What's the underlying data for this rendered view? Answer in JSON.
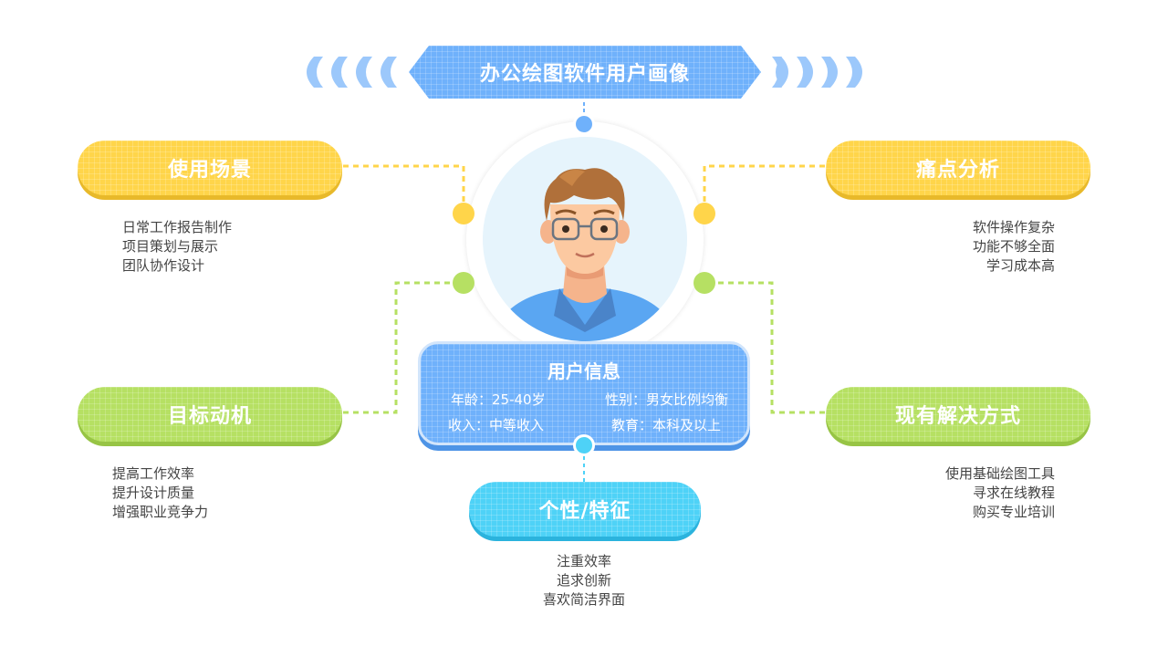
{
  "title": "办公绘图软件用户画像",
  "user_info": {
    "title": "用户信息",
    "age": "年龄：25-40岁",
    "gender": "性别：男女比例均衡",
    "income": "收入：中等收入",
    "education": "教育：本科及以上"
  },
  "sections": {
    "scenario": {
      "title": "使用场景",
      "items": [
        "日常工作报告制作",
        "项目策划与展示",
        "团队协作设计"
      ]
    },
    "pain_points": {
      "title": "痛点分析",
      "items": [
        "软件操作复杂",
        "功能不够全面",
        "学习成本高"
      ]
    },
    "motivation": {
      "title": "目标动机",
      "items": [
        "提高工作效率",
        "提升设计质量",
        "增强职业竞争力"
      ]
    },
    "solutions": {
      "title": "现有解决方式",
      "items": [
        "使用基础绘图工具",
        "寻求在线教程",
        "购买专业培训"
      ]
    },
    "traits": {
      "title": "个性/特征",
      "items": [
        "注重效率",
        "追求创新",
        "喜欢简洁界面"
      ]
    }
  },
  "colors": {
    "blue": "#6fb1fb",
    "yellow": "#ffd54a",
    "green": "#b6e063",
    "cyan": "#4ed2f7"
  },
  "icons": {
    "left_decoration": "chevron-left-icon",
    "right_decoration": "chevron-right-icon",
    "avatar": "user-avatar-icon"
  }
}
